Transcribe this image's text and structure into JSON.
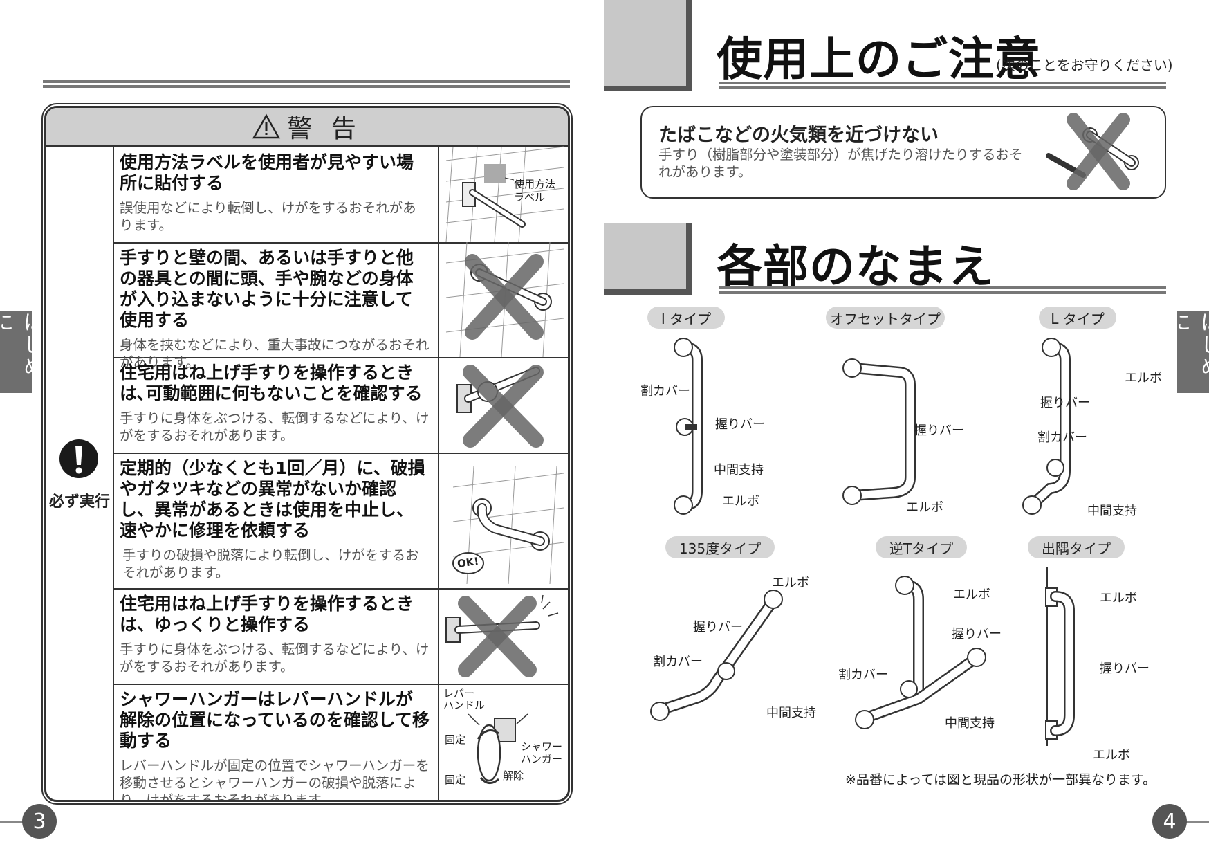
{
  "left_page": {
    "page_number": "3",
    "side_tab": "はじめに",
    "warning": {
      "header": "警 告",
      "must_label": "必ず実行",
      "rows": [
        {
          "title": "使用方法ラベルを使用者が見やすい場所に貼付する",
          "desc": "誤使用などにより転倒し、けがをするおそれがあります。",
          "img_label": "使用方法\nラベル"
        },
        {
          "title": "手すりと壁の間、あるいは手すりと他の器具との間に頭、手や腕などの身体が入り込まないように十分に注意して使用する",
          "desc": "身体を挟むなどにより、重大事故につながるおそれがあります。"
        },
        {
          "title": "住宅用はね上げ手すりを操作するときは､可動範囲に何もないことを確認する",
          "desc": "手すりに身体をぶつける、転倒するなどにより、けがをするおそれがあります。"
        },
        {
          "title": "定期的（少なくとも1回／月）に、破損やガタツキなどの異常がないか確認し、異常があるときは使用を中止し、速やかに修理を依頼する",
          "desc": "手すりの破損や脱落により転倒し、けがをするおそれがあります。",
          "img_label": "OK!"
        },
        {
          "title": "住宅用はね上げ手すりを操作するときは、ゆっくりと操作する",
          "desc": "手すりに身体をぶつける、転倒するなどにより、けがをするおそれがあります。"
        },
        {
          "title": "シャワーハンガーはレバーハンドルが解除の位置になっているのを確認して移動する",
          "desc": "レバーハンドルが固定の位置でシャワーハンガーを移動させるとシャワーハンガーの破損や脱落により、けがをするおそれがあります。",
          "img_labels": {
            "lever": "レバー\nハンドル",
            "fixed1": "固定",
            "fixed2": "固定",
            "release": "解除",
            "hanger": "シャワー\nハンガー"
          }
        }
      ]
    }
  },
  "right_page": {
    "page_number": "4",
    "side_tab": "はじめに",
    "section1": {
      "title": "使用上のご注意",
      "subtitle": "(次のことをお守りください)",
      "caution_title": "たばこなどの火気類を近づけない",
      "caution_desc": "手すり（樹脂部分や塗装部分）が焦げたり溶けたりするおそれがあります。"
    },
    "section2": {
      "title": "各部のなまえ",
      "types": [
        {
          "name": "I タイプ",
          "labels": [
            "割カバー",
            "握りバー",
            "中間支持",
            "エルボ"
          ]
        },
        {
          "name": "オフセットタイプ",
          "labels": [
            "握りバー",
            "エルボ"
          ]
        },
        {
          "name": "L タイプ",
          "labels": [
            "エルボ",
            "握りバー",
            "割カバー",
            "中間支持"
          ]
        },
        {
          "name": "135度タイプ",
          "labels": [
            "エルボ",
            "握りバー",
            "割カバー",
            "中間支持"
          ]
        },
        {
          "name": "逆Tタイプ",
          "labels": [
            "エルボ",
            "握りバー",
            "割カバー",
            "中間支持"
          ]
        },
        {
          "name": "出隅タイプ",
          "labels": [
            "エルボ",
            "握りバー",
            "エルボ"
          ]
        }
      ],
      "footnote": "※品番によっては図と現品の形状が一部異なります。"
    }
  }
}
